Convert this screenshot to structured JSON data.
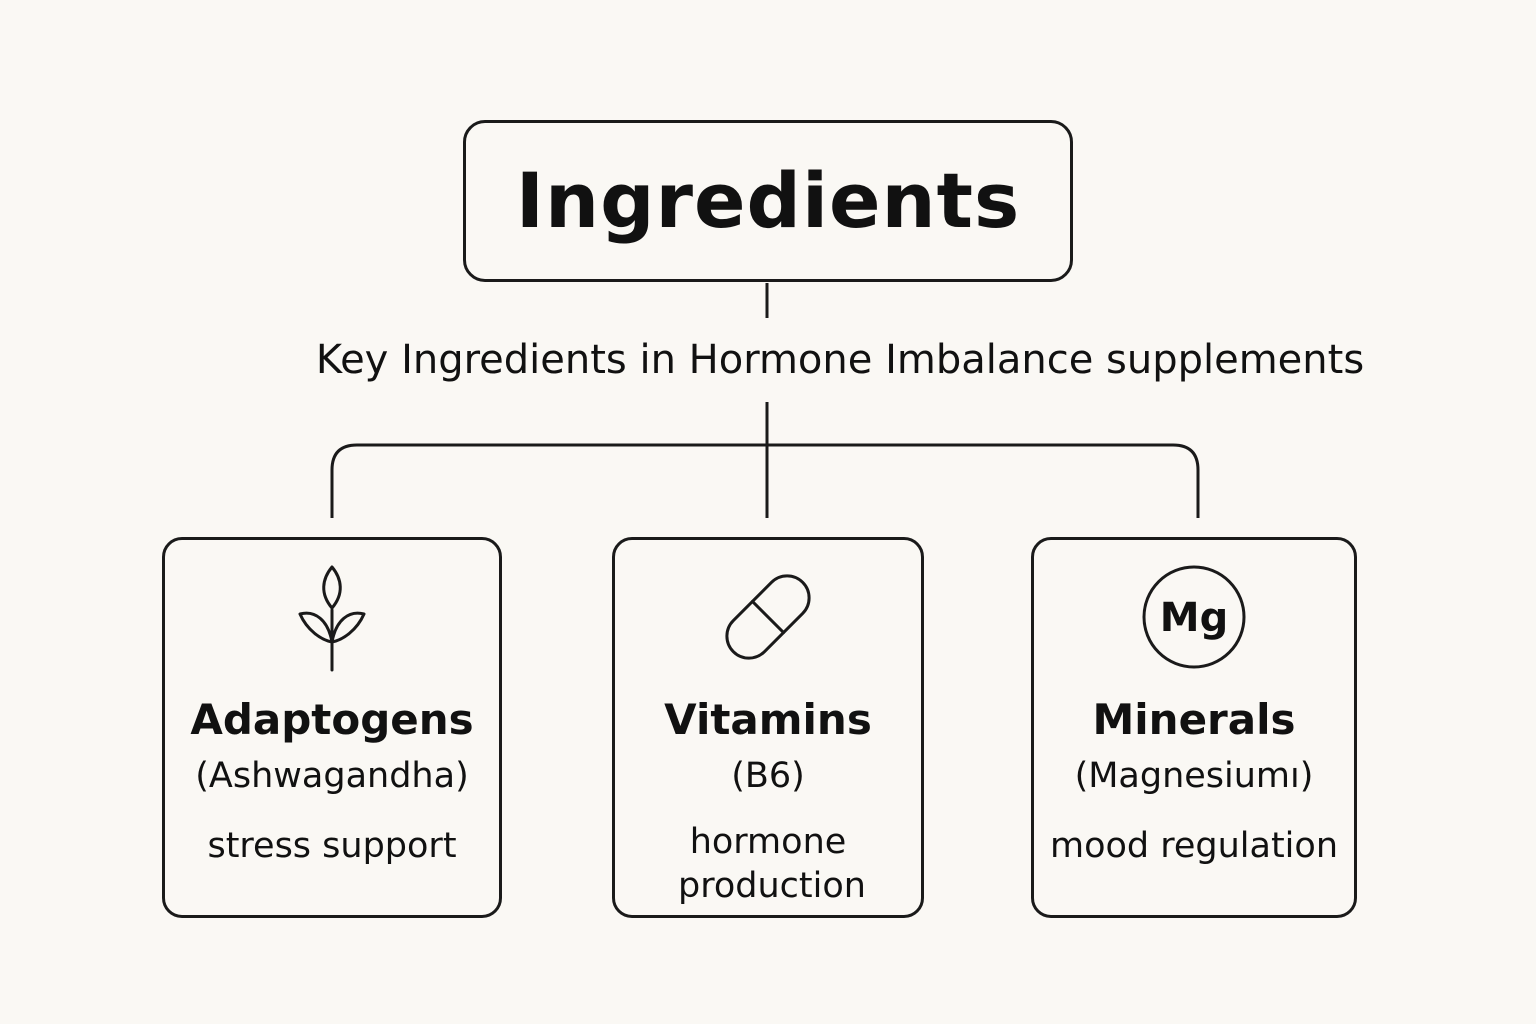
{
  "header": {
    "title": "Ingredients",
    "subtitle": "Key Ingredients in Hormone Imbalance supplements"
  },
  "cards": [
    {
      "icon": "plant-sprout-icon",
      "title": "Adaptogens",
      "subtitle": "(Ashwagandha)",
      "description": "stress support"
    },
    {
      "icon": "capsule-pill-icon",
      "title": "Vitamins",
      "subtitle": "(B6)",
      "description": "hormone production"
    },
    {
      "icon": "magnesium-element-icon",
      "icon_text": "Mg",
      "title": "Minerals",
      "subtitle": "(Magnesiumı)",
      "description": "mood regulation"
    }
  ],
  "colors": {
    "background": "#faf8f4",
    "stroke": "#1a1a1a",
    "text": "#111111"
  }
}
